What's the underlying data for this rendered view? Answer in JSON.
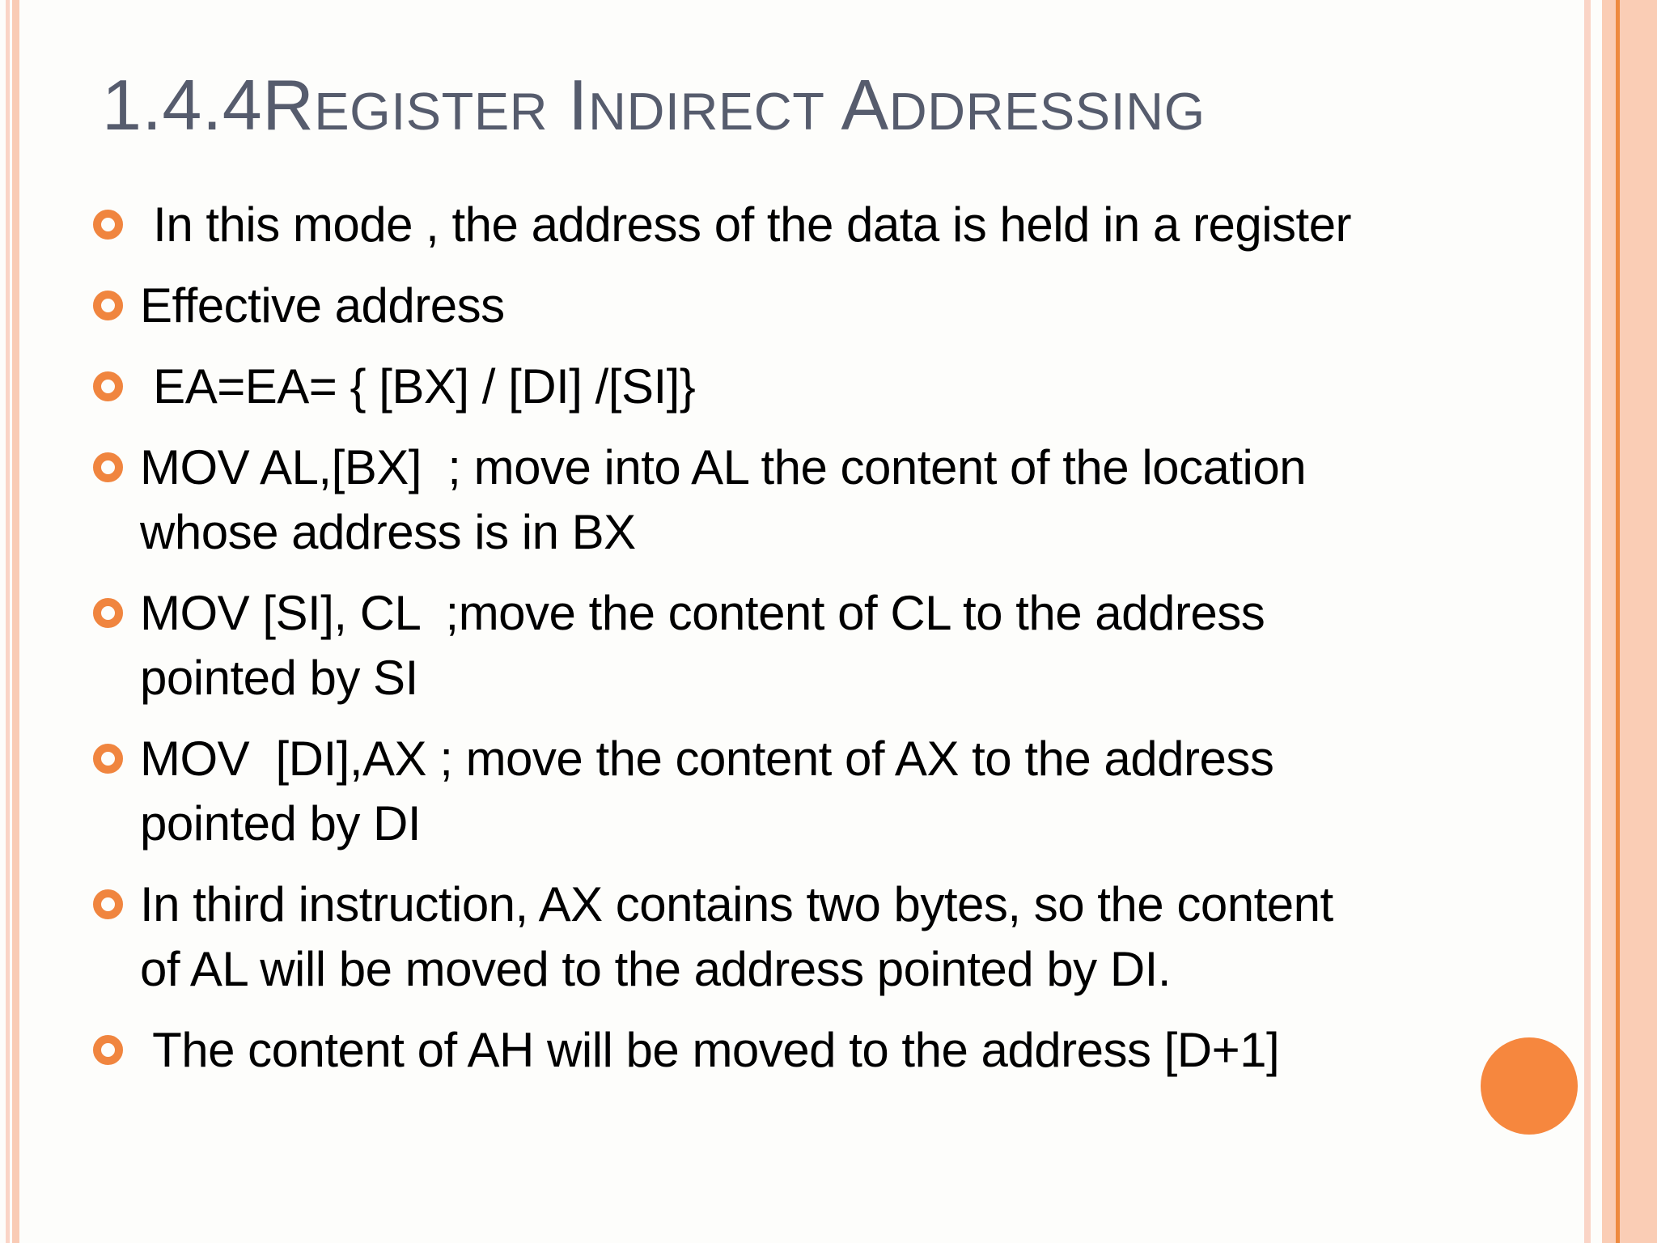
{
  "slide": {
    "title": {
      "full_text": "1.4.4Register Indirect Addressing",
      "segments": [
        {
          "text": "1.4.4R",
          "style": "large"
        },
        {
          "text": "EGISTER",
          "style": "small"
        },
        {
          "text": " I",
          "style": "large"
        },
        {
          "text": "NDIRECT",
          "style": "small"
        },
        {
          "text": " A",
          "style": "large"
        },
        {
          "text": "DDRESSING",
          "style": "small"
        }
      ]
    },
    "bullets": [
      {
        "lines": [
          " In this mode , the address of the data is held in a register"
        ]
      },
      {
        "lines": [
          "Effective address"
        ]
      },
      {
        "lines": [
          " EA=EA= { [BX] / [DI] /[SI]}"
        ]
      },
      {
        "lines": [
          "MOV AL,[BX]  ; move into AL the content of the location",
          "whose address is in BX"
        ]
      },
      {
        "lines": [
          "MOV [SI], CL  ;move the content of CL to the address",
          "pointed by SI"
        ]
      },
      {
        "lines": [
          "MOV  [DI],AX ; move the content of AX to the address",
          "pointed by DI"
        ]
      },
      {
        "lines": [
          "In third instruction, AX contains two bytes, so the content",
          "of AL will be moved to the address pointed by DI."
        ]
      },
      {
        "lines": [
          " The content of AH will be moved to the address [D+1]"
        ]
      }
    ],
    "colors": {
      "background": "#FDFDFB",
      "title": "#565C6D",
      "text": "#000000",
      "bullet_marker": "#F0853F",
      "accent_circle": "#F6873E",
      "border_peach_light": "#FAD4C6",
      "border_peach": "#F9CBB5",
      "border_band": "#FACDB5",
      "border_orange_line": "#EE8A3F"
    }
  }
}
